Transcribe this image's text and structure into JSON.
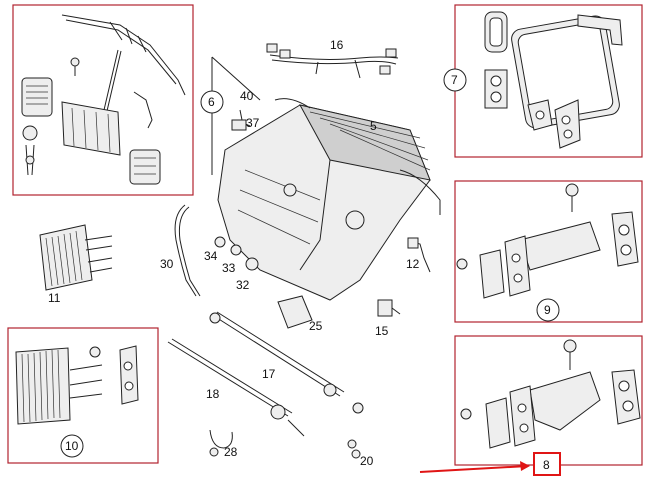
{
  "callouts": {
    "c5": "5",
    "c6": "6",
    "c7": "7",
    "c8": "8",
    "c9": "9",
    "c10": "10",
    "c11": "11",
    "c12": "12",
    "c15": "15",
    "c16": "16",
    "c17": "17",
    "c18": "18",
    "c20": "20",
    "c25": "25",
    "c28": "28",
    "c30": "30",
    "c32": "32",
    "c33": "33",
    "c34": "34",
    "c37": "37",
    "c40": "40"
  },
  "highlight": {
    "selected_part": "8",
    "color": "#e01515"
  },
  "colors": {
    "frame": "#b2232f",
    "ink": "#222222"
  }
}
